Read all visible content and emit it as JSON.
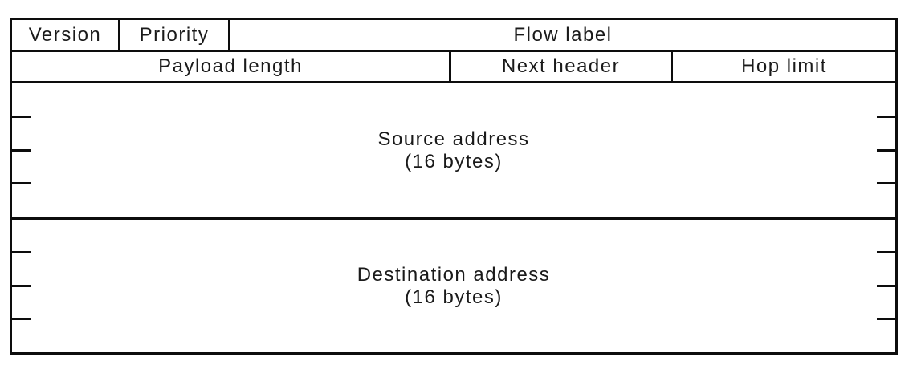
{
  "diagram": {
    "row1": {
      "version": "Version",
      "priority": "Priority",
      "flow_label": "Flow label"
    },
    "row2": {
      "payload_length": "Payload length",
      "next_header": "Next header",
      "hop_limit": "Hop limit"
    },
    "source_block": {
      "line1": "Source address",
      "line2": "(16 bytes)"
    },
    "destination_block": {
      "line1": "Destination address",
      "line2": "(16 bytes)"
    },
    "colors": {
      "line": "#0d0d0d",
      "background": "#ffffff",
      "text": "#1a1a1a"
    }
  }
}
